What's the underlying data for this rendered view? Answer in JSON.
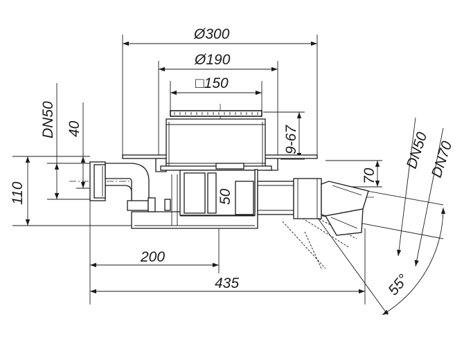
{
  "dimensions": {
    "dia_300": "Ø300",
    "dia_190": "Ø190",
    "square_150": "□150",
    "dn50_left": "DN50",
    "h_40": "40",
    "h_110": "110",
    "adj_9_67": "9-67",
    "h_50": "50",
    "h_70": "70",
    "dn50_right": "DN50",
    "dn70_right": "DN70",
    "len_200": "200",
    "len_435": "435",
    "angle_55": "55°"
  }
}
